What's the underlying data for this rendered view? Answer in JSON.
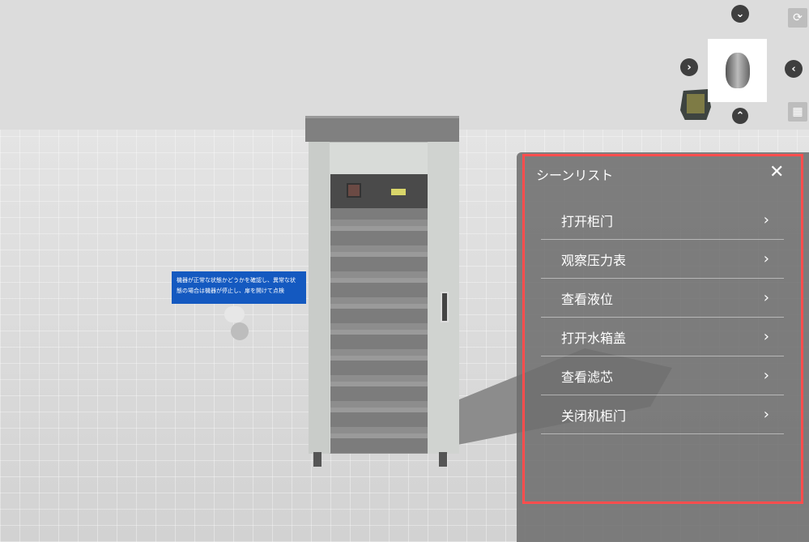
{
  "scene": {
    "label_lines": [
      "機器が正常な状態かどうかを確認し、異常な状",
      "態の場合は機器が停止し、扉を開けて点検"
    ]
  },
  "viewcube": {
    "up": "⌄",
    "down": "⌃",
    "left": "›",
    "right": "‹",
    "rotate_icon": "⟳",
    "grid_icon": "▦"
  },
  "panel": {
    "title": "シーンリスト",
    "close": "✕",
    "items": [
      {
        "label": "打开柜门"
      },
      {
        "label": "观察压力表"
      },
      {
        "label": "查看液位"
      },
      {
        "label": "打开水箱盖"
      },
      {
        "label": "查看滤芯"
      },
      {
        "label": "关闭机柜门"
      }
    ],
    "chevron": "›",
    "highlight_color": "#ff4d4d"
  }
}
